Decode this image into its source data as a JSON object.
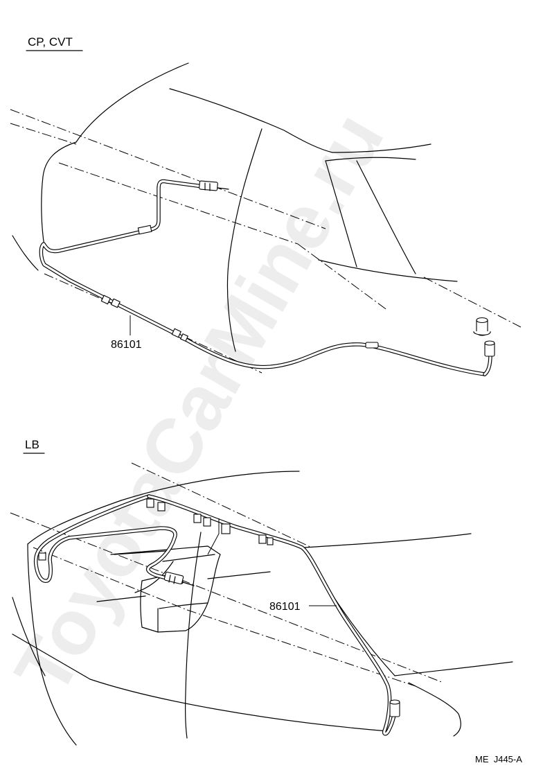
{
  "top_section": {
    "title": "CP, CVT",
    "part_label": "86101"
  },
  "bottom_section": {
    "title": "LB",
    "part_label": "86101"
  },
  "figure_code": "ME  J445-A",
  "watermark": "ToyotaCarMine.ru"
}
